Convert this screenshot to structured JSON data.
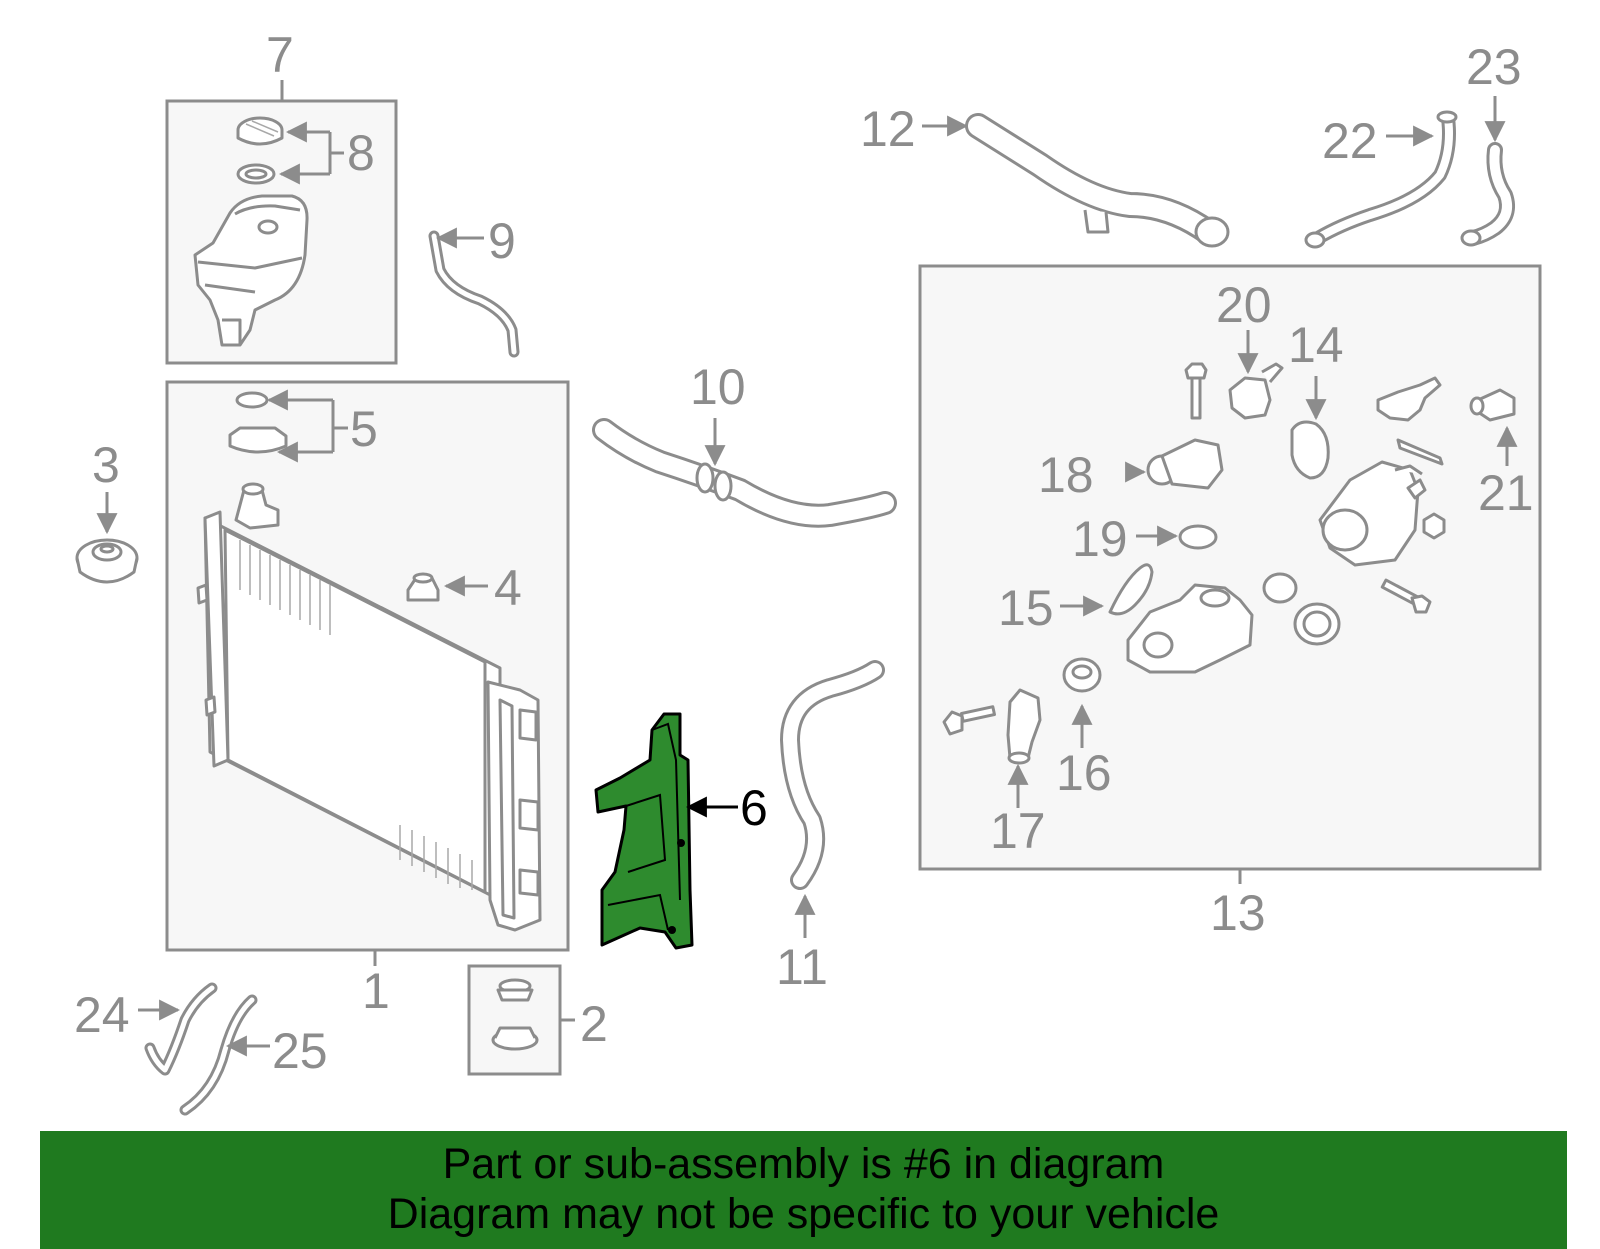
{
  "diagram": {
    "labels": {
      "1": "1",
      "2": "2",
      "3": "3",
      "4": "4",
      "5": "5",
      "6": "6",
      "7": "7",
      "8": "8",
      "9": "9",
      "10": "10",
      "11": "11",
      "12": "12",
      "13": "13",
      "14": "14",
      "15": "15",
      "16": "16",
      "17": "17",
      "18": "18",
      "19": "19",
      "20": "20",
      "21": "21",
      "22": "22",
      "23": "23",
      "24": "24",
      "25": "25"
    },
    "highlighted_part": "6",
    "colors": {
      "line": "#8c8c8c",
      "highlight_part": "#2e8b2e",
      "banner_background": "#1f7a1f"
    }
  },
  "banner": {
    "line1": "Part or sub-assembly is #6 in diagram",
    "line2": "Diagram may not be specific to your vehicle"
  }
}
